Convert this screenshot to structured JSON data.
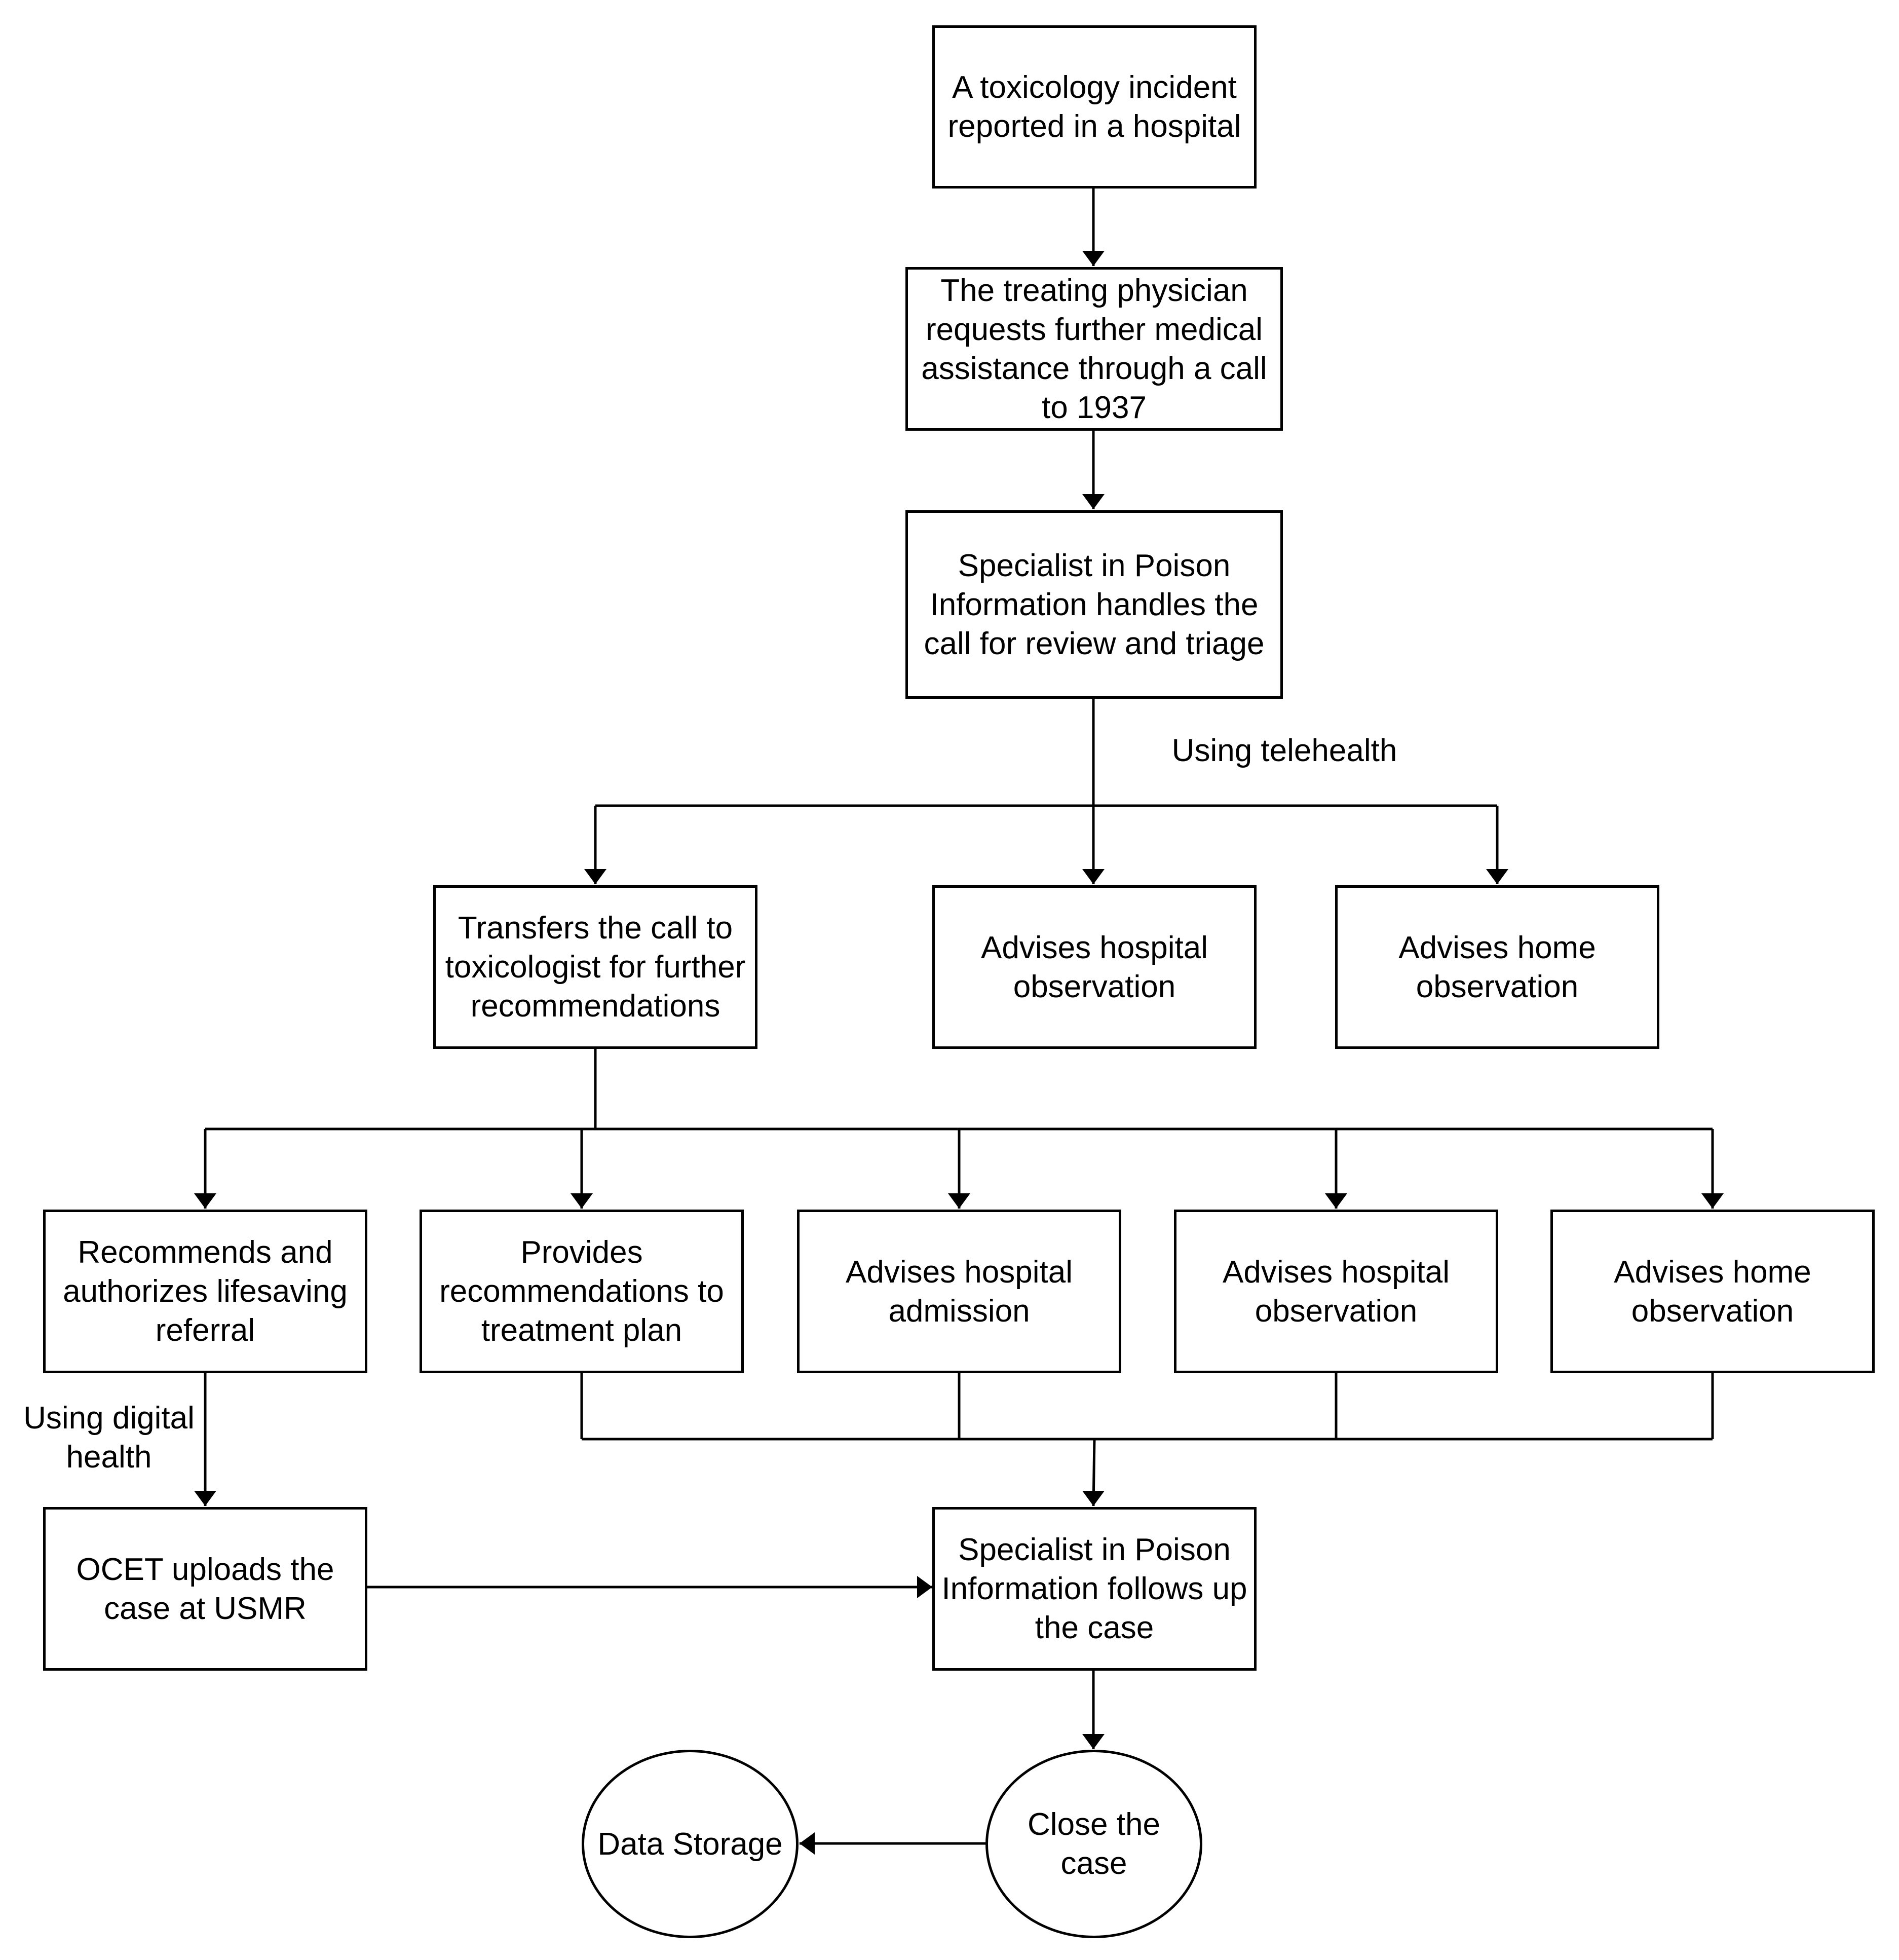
{
  "nodes": {
    "incident": "A toxicology incident\nreported in a hospital",
    "physician_call": "The treating physician\nrequests further medical\nassistance through a call\nto 1937",
    "spi_triage": "Specialist in Poison\nInformation handles the\ncall for review and triage",
    "transfer_toxicologist": "Transfers the call to\ntoxicologist for further\nrecommendations",
    "advise_hospital_obs_1": "Advises hospital\nobservation",
    "advise_home_obs_1": "Advises home\nobservation",
    "lifesaving_referral": "Recommends and\nauthorizes lifesaving\nreferral",
    "treatment_plan": "Provides\nrecommendations to\ntreatment plan",
    "hospital_admission": "Advises hospital\nadmission",
    "advise_hospital_obs_2": "Advises hospital\nobservation",
    "advise_home_obs_2": "Advises home\nobservation",
    "ocet_upload": "OCET uploads the\ncase at USMR",
    "spi_follow_up": "Specialist in Poison\nInformation follows up\nthe case",
    "close_case": "Close the\ncase",
    "data_storage": "Data Storage"
  },
  "edge_labels": {
    "telehealth": "Using telehealth",
    "digital_health": "Using digital\nhealth"
  }
}
